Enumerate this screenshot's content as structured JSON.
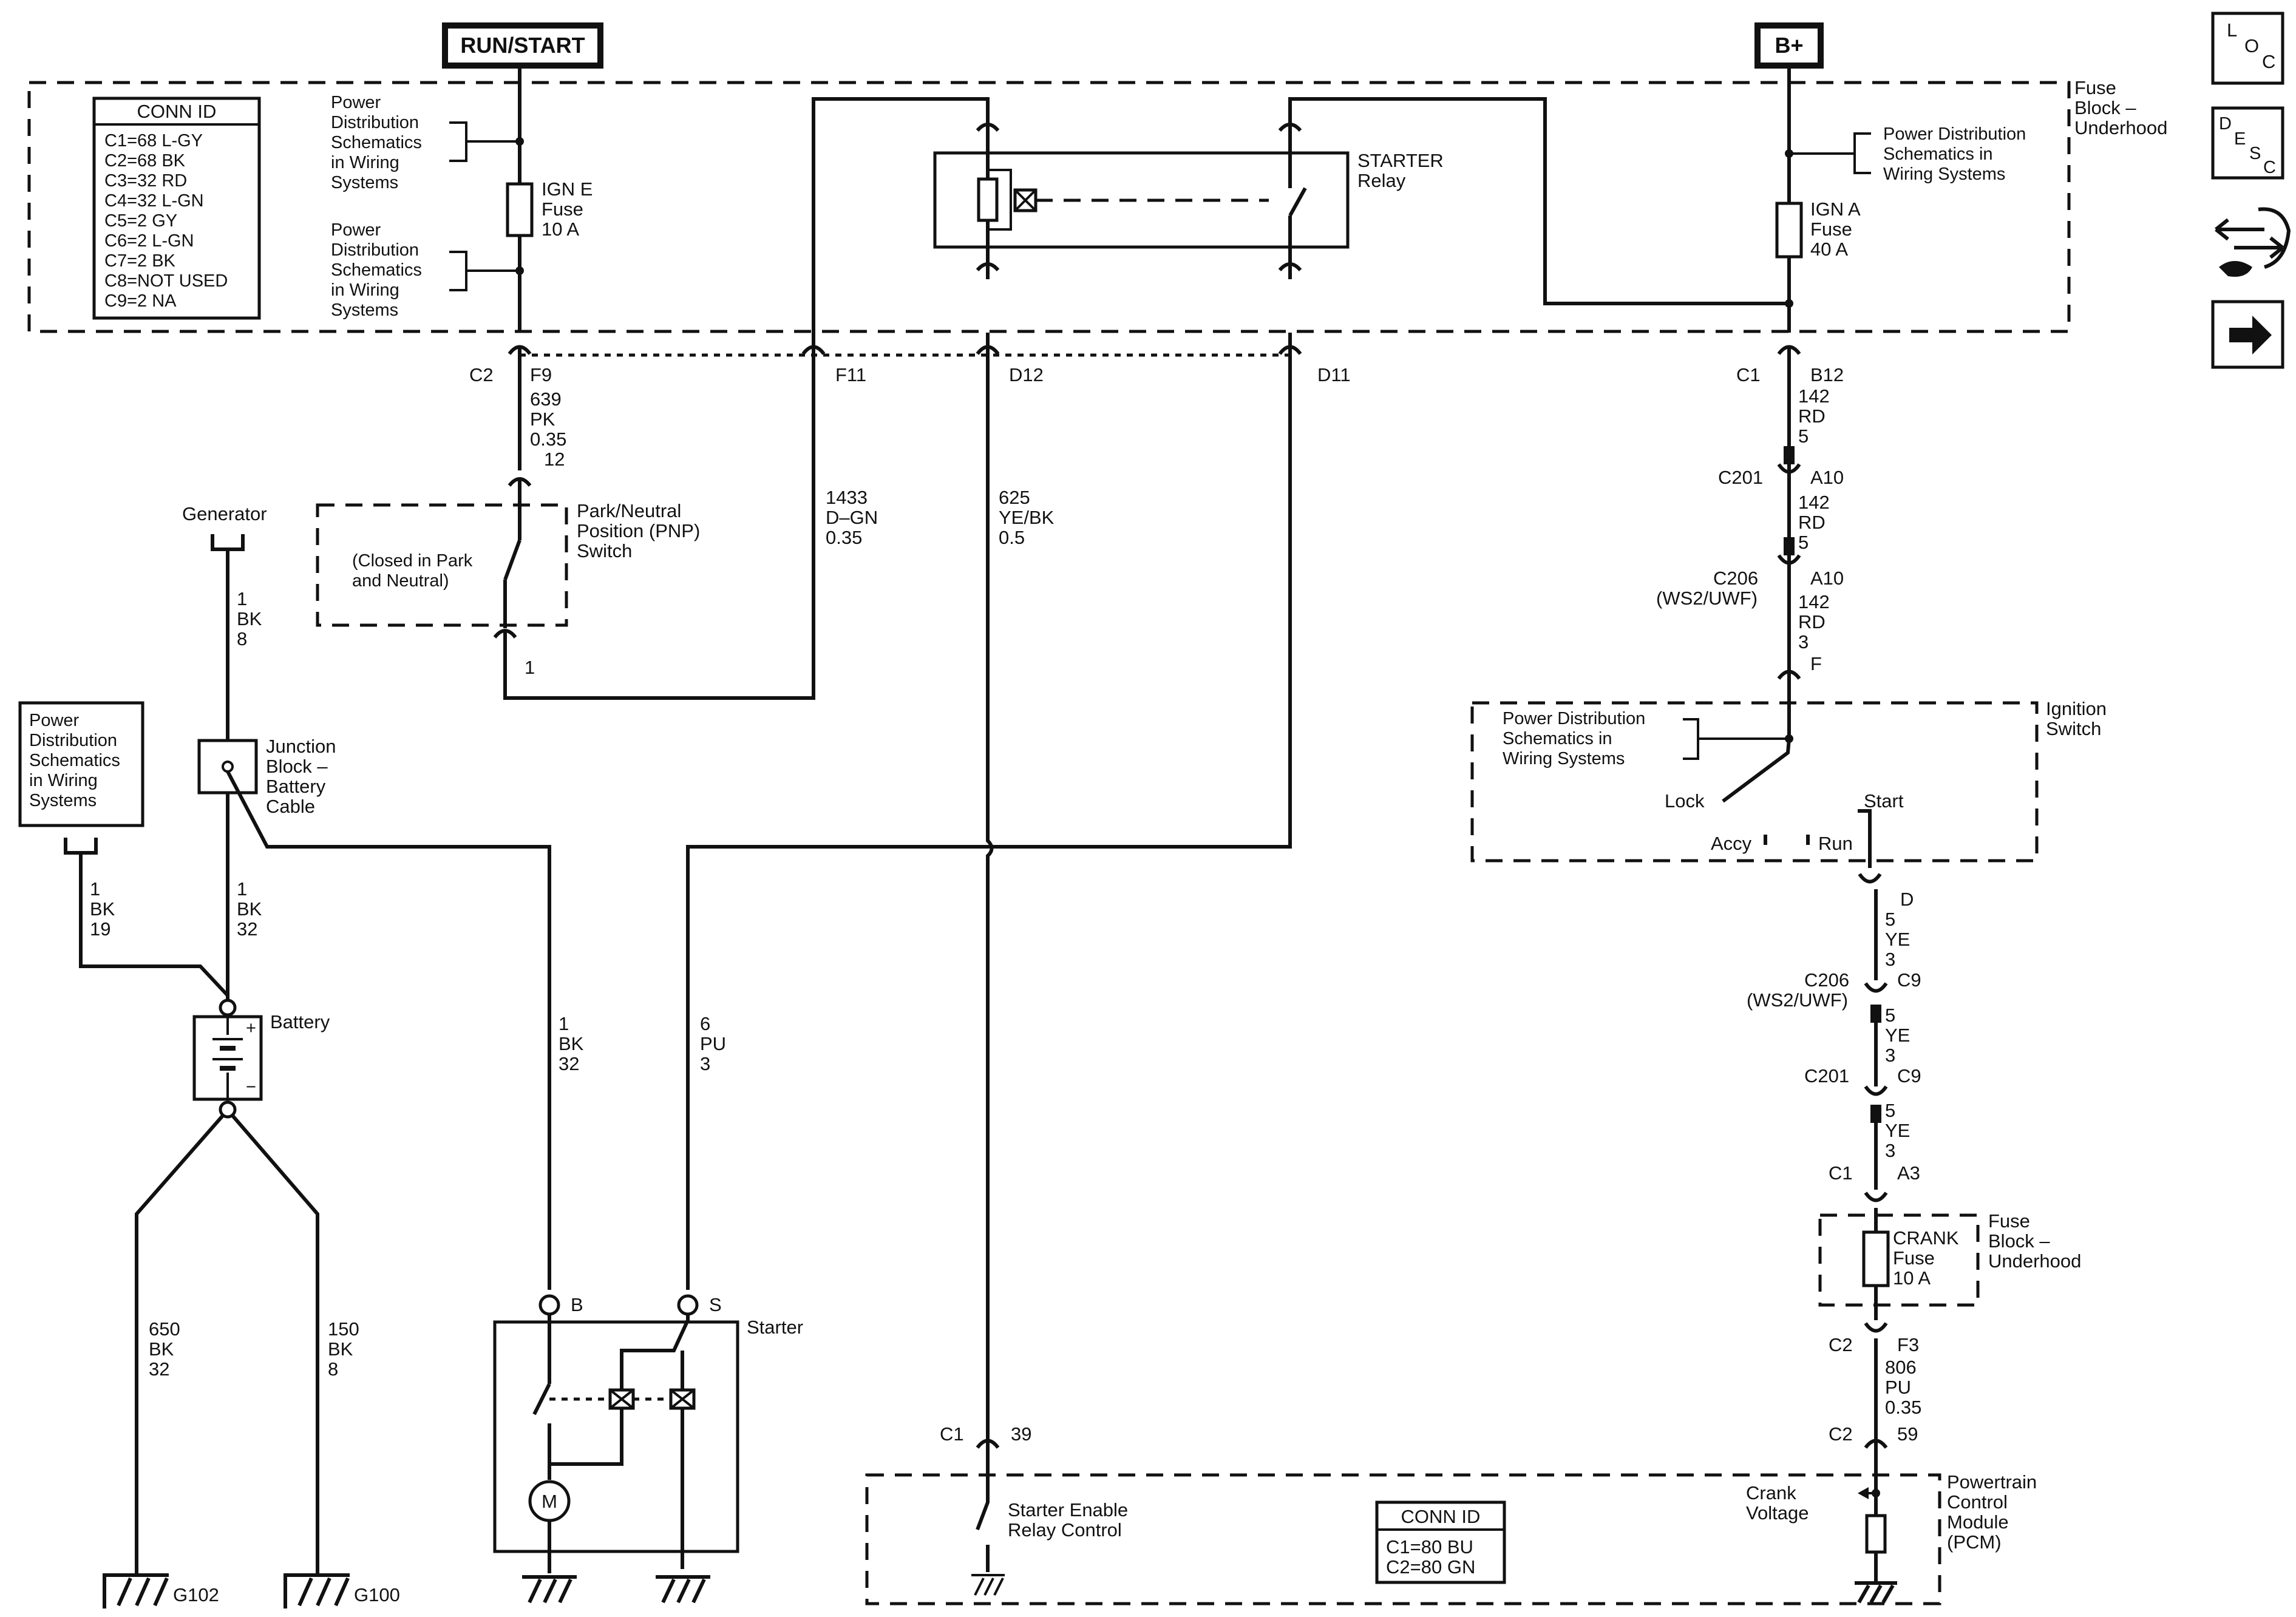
{
  "top_labels": {
    "run_start": "RUN/START",
    "b_plus": "B+"
  },
  "side_icons": {
    "loc": [
      "L",
      "O",
      "C"
    ],
    "desc": [
      "D",
      "E",
      "S",
      "C"
    ],
    "tool_icon": "connector-tool-icon",
    "next_icon": "right-arrow-icon"
  },
  "fuse_block": {
    "name": [
      "Fuse",
      "Block –",
      "Underhood"
    ]
  },
  "conn_id_left": {
    "title": "CONN ID",
    "rows": [
      "C1=68 L-GY",
      "C2=68 BK",
      "C3=32 RD",
      "C4=32 L-GN",
      "C5=2 GY",
      "C6=2 L-GN",
      "C7=2 BK",
      "C8=NOT USED",
      "C9=2 NA"
    ]
  },
  "pds_ref": [
    "Power",
    "Distribution",
    "Schematics",
    "in Wiring",
    "Systems"
  ],
  "pds_ref_right": [
    "Power Distribution",
    "Schematics in",
    "Wiring Systems"
  ],
  "ign_e_fuse": [
    "IGN E",
    "Fuse",
    "10 A"
  ],
  "ign_a_fuse": [
    "IGN A",
    "Fuse",
    "40 A"
  ],
  "starter_relay": [
    "STARTER",
    "Relay"
  ],
  "connectors_top": {
    "c2": "C2",
    "f9": "F9",
    "f11": "F11",
    "d12": "D12",
    "d11": "D11",
    "c1": "C1",
    "b12": "B12"
  },
  "wire_639": [
    "639",
    "PK",
    "0.35",
    "12"
  ],
  "pnp_switch": {
    "name": [
      "Park/Neutral",
      "Position (PNP)",
      "Switch"
    ],
    "note": [
      "(Closed in Park",
      "and Neutral)"
    ],
    "pin": "1"
  },
  "wire_1433": [
    "1433",
    "D–GN",
    "0.35"
  ],
  "wire_625": [
    "625",
    "YE/BK",
    "0.5"
  ],
  "generator": "Generator",
  "wire_gen": [
    "1",
    "BK",
    "8"
  ],
  "junction_block": [
    "Junction",
    "Block –",
    "Battery",
    "Cable"
  ],
  "wire_pds_batt": [
    "1",
    "BK",
    "19"
  ],
  "wire_jb_batt": [
    "1",
    "BK",
    "32"
  ],
  "battery": "Battery",
  "battery_pos": "+",
  "battery_neg": "−",
  "wire_g102": [
    "650",
    "BK",
    "32"
  ],
  "wire_g100": [
    "150",
    "BK",
    "8"
  ],
  "ground_g102": "G102",
  "ground_g100": "G100",
  "wire_starter_b": [
    "1",
    "BK",
    "32"
  ],
  "wire_starter_s": [
    "6",
    "PU",
    "3"
  ],
  "starter": {
    "name": "Starter",
    "b": "B",
    "s": "S",
    "motor": "M"
  },
  "right_chain": {
    "wire_142_a": [
      "142",
      "RD",
      "5"
    ],
    "c201_a": "C201",
    "a10_a": "A10",
    "wire_142_b": [
      "142",
      "RD",
      "5"
    ],
    "c206_a": [
      "C206",
      "(WS2/UWF)"
    ],
    "a10_b": "A10",
    "wire_142_c": [
      "142",
      "RD",
      "3"
    ],
    "f": "F"
  },
  "ignition_switch": {
    "name": [
      "Ignition",
      "Switch"
    ],
    "lock": "Lock",
    "accy": "Accy",
    "run": "Run",
    "start": "Start"
  },
  "lower_chain": {
    "d": "D",
    "wire_5_a": [
      "5",
      "YE",
      "3"
    ],
    "c206": [
      "C206",
      "(WS2/UWF)"
    ],
    "c9_a": "C9",
    "wire_5_b": [
      "5",
      "YE",
      "3"
    ],
    "c201": "C201",
    "c9_b": "C9",
    "wire_5_c": [
      "5",
      "YE",
      "3"
    ],
    "c1": "C1",
    "a3": "A3",
    "crank_fuse": [
      "CRANK",
      "Fuse",
      "10 A"
    ],
    "fuse_block2": [
      "Fuse",
      "Block –",
      "Underhood"
    ],
    "c2": "C2",
    "f3": "F3",
    "wire_806": [
      "806",
      "PU",
      "0.35"
    ],
    "c2b": "C2",
    "p59": "59"
  },
  "pcm": {
    "name": [
      "Powertrain",
      "Control",
      "Module",
      "(PCM)"
    ],
    "crank_voltage": [
      "Crank",
      "Voltage"
    ],
    "starter_enable": [
      "Starter Enable",
      "Relay Control"
    ],
    "c1": "C1",
    "p39": "39"
  },
  "conn_id_right": {
    "title": "CONN ID",
    "rows": [
      "C1=80 BU",
      "C2=80 GN"
    ]
  }
}
